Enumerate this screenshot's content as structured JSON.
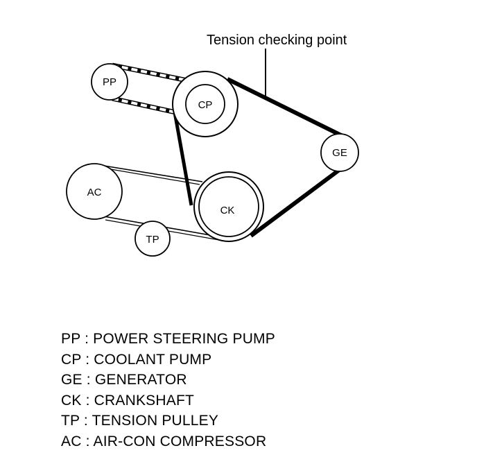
{
  "callout": {
    "text": "Tension checking point"
  },
  "pulleys": [
    {
      "id": "pp",
      "label": "PP"
    },
    {
      "id": "cp",
      "label": "CP"
    },
    {
      "id": "ge",
      "label": "GE"
    },
    {
      "id": "ac",
      "label": "AC"
    },
    {
      "id": "ck",
      "label": "CK"
    },
    {
      "id": "tp",
      "label": "TP"
    }
  ],
  "legend": [
    "PP : POWER STEERING PUMP",
    "CP : COOLANT PUMP",
    "GE : GENERATOR",
    "CK : CRANKSHAFT",
    "TP : TENSION PULLEY",
    "AC : AIR-CON COMPRESSOR"
  ]
}
